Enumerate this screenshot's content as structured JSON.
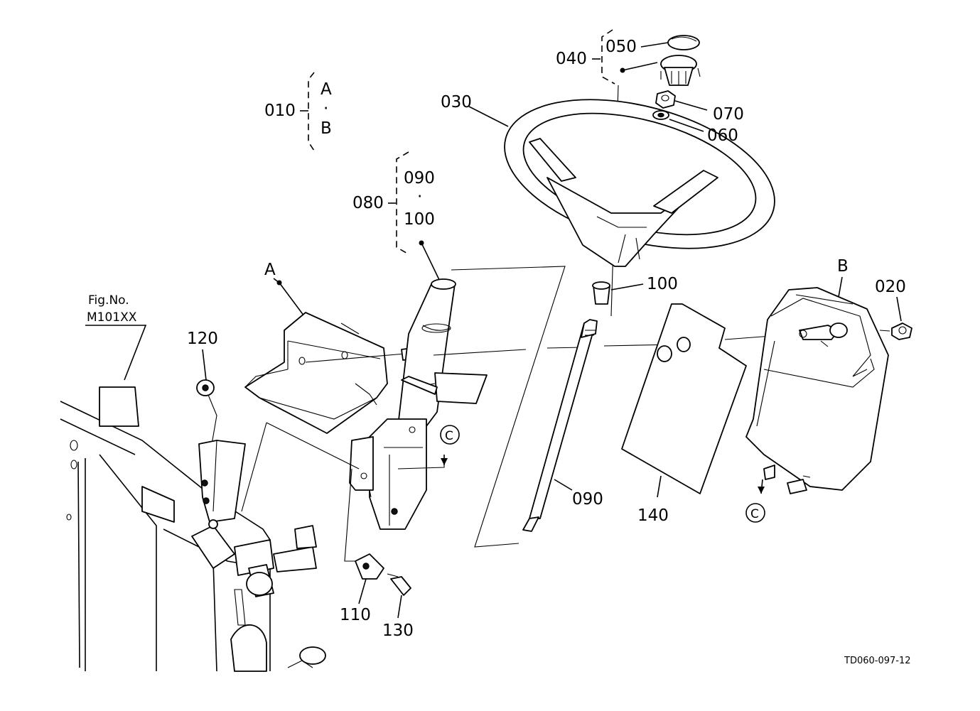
{
  "labels": {
    "p010": "010",
    "p010_a": "A",
    "p010_dot": "·",
    "p010_b": "B",
    "p020": "020",
    "p030": "030",
    "p040": "040",
    "p050": "050",
    "p060": "060",
    "p070": "070",
    "p080": "080",
    "p080_090": "090",
    "p080_dot": "·",
    "p080_100": "100",
    "p090": "090",
    "p100": "100",
    "p110": "110",
    "p120": "120",
    "p130": "130",
    "p140": "140",
    "ref_a": "A",
    "ref_b": "B",
    "ref_c1": "C",
    "ref_c2": "C",
    "fig_no": "Fig.No.",
    "fig_code": "M101XX",
    "drawing_id": "TD060-097-12"
  }
}
